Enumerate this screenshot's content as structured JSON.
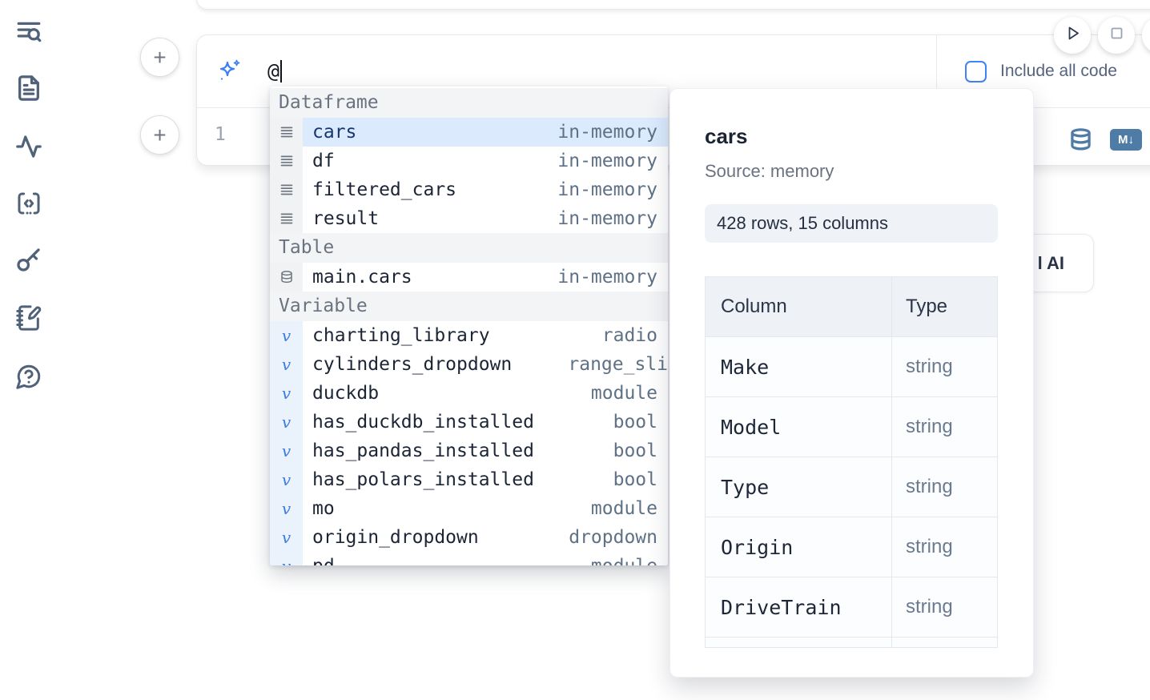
{
  "sidebar": {
    "items": [
      {
        "icon": "toc-search-icon"
      },
      {
        "icon": "file-icon"
      },
      {
        "icon": "activity-icon"
      },
      {
        "icon": "snippets-icon"
      },
      {
        "icon": "key-icon"
      },
      {
        "icon": "scratchpad-icon"
      },
      {
        "icon": "help-icon"
      }
    ]
  },
  "cell": {
    "add_button_label": "+",
    "ai_input": {
      "value": "@"
    },
    "include_all_code_label": "Include all code",
    "line_number": "1",
    "markdown_badge": "M↓"
  },
  "completion": {
    "sections": [
      {
        "label": "Dataframe",
        "icon": "dataframe",
        "items": [
          {
            "name": "cars",
            "detail": "in-memory",
            "selected": true
          },
          {
            "name": "df",
            "detail": "in-memory"
          },
          {
            "name": "filtered_cars",
            "detail": "in-memory"
          },
          {
            "name": "result",
            "detail": "in-memory"
          }
        ]
      },
      {
        "label": "Table",
        "icon": "table",
        "items": [
          {
            "name": "main.cars",
            "detail": "in-memory"
          }
        ]
      },
      {
        "label": "Variable",
        "icon": "variable",
        "items": [
          {
            "name": "charting_library",
            "detail": "radio"
          },
          {
            "name": "cylinders_dropdown",
            "detail": "range_sli",
            "clipped_detail": true
          },
          {
            "name": "duckdb",
            "detail": "module"
          },
          {
            "name": "has_duckdb_installed",
            "detail": "bool"
          },
          {
            "name": "has_pandas_installed",
            "detail": "bool"
          },
          {
            "name": "has_polars_installed",
            "detail": "bool"
          },
          {
            "name": "mo",
            "detail": "module"
          },
          {
            "name": "origin_dropdown",
            "detail": "dropdown"
          },
          {
            "name": "pd",
            "detail": "module",
            "clipped_row": true
          }
        ]
      }
    ]
  },
  "preview": {
    "title": "cars",
    "source": "Source: memory",
    "shape": "428 rows, 15 columns",
    "table": {
      "headers": [
        "Column",
        "Type"
      ],
      "rows": [
        [
          "Make",
          "string"
        ],
        [
          "Model",
          "string"
        ],
        [
          "Type",
          "string"
        ],
        [
          "Origin",
          "string"
        ],
        [
          "DriveTrain",
          "string"
        ]
      ]
    }
  },
  "ai_button": {
    "visible_label": "l AI"
  },
  "colors": {
    "accent_blue": "#3f83f6",
    "steel_blue": "#4e7ca6",
    "selected_item_bg": "#dbebfd",
    "selected_item_text": "#16376e"
  }
}
